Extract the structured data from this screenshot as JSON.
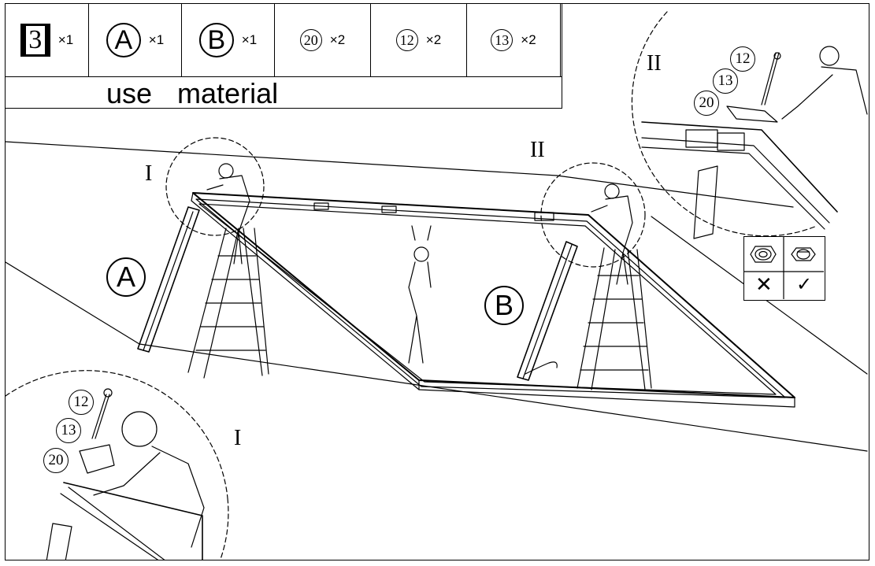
{
  "materials": {
    "items": [
      {
        "kind": "step",
        "label": "3",
        "qty": "×1"
      },
      {
        "kind": "big",
        "label": "A",
        "qty": "×1"
      },
      {
        "kind": "big",
        "label": "B",
        "qty": "×1"
      },
      {
        "kind": "small",
        "label": "20",
        "qty": "×2"
      },
      {
        "kind": "small",
        "label": "12",
        "qty": "×2"
      },
      {
        "kind": "small",
        "label": "13",
        "qty": "×2"
      }
    ],
    "caption": "use material"
  },
  "callouts": {
    "detail_I_main": "I",
    "detail_II_main": "II",
    "detail_I_inset": "I",
    "detail_II_inset": "II",
    "part_A": "A",
    "part_B": "B"
  },
  "inset_I_parts": [
    "12",
    "13",
    "20"
  ],
  "inset_II_parts": [
    "12",
    "13",
    "20"
  ],
  "nut_check": {
    "wrong": "✕",
    "right": "✓"
  }
}
